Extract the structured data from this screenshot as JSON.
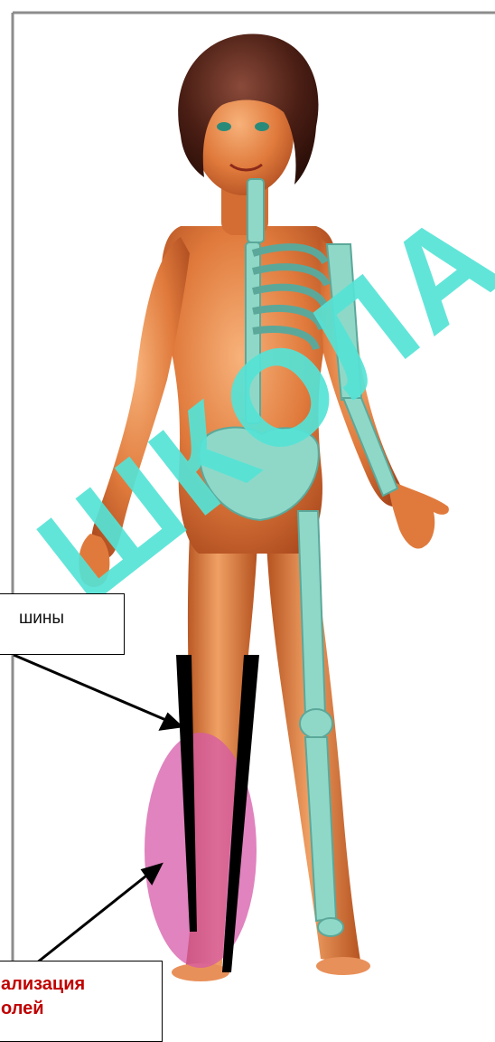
{
  "watermark": {
    "text": "ШКОЛА"
  },
  "callouts": {
    "splint_label": "шины",
    "localization_line1": "ализация",
    "localization_line2": "олей"
  },
  "colors": {
    "skin": "#e07a3c",
    "skin_light": "#f4a36a",
    "skin_dark": "#a9481d",
    "hair": "#4a1e14",
    "bone": "#8fd8c8",
    "splint": "#000000",
    "pain_area": "#d65aa8",
    "frame": "#8c8c8c",
    "watermark": "#55e3d6",
    "label_red": "#c00000"
  },
  "icons": [
    "skeleton-overlay",
    "pain-localization-ellipse",
    "splint-bars",
    "arrow"
  ]
}
